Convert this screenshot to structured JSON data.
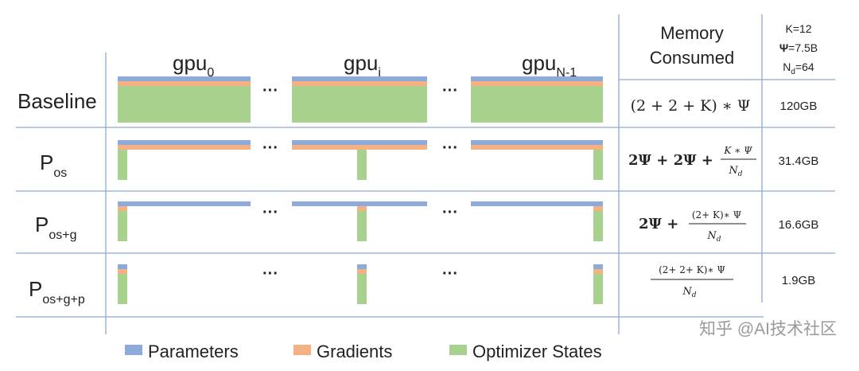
{
  "colors": {
    "parameters": "#8EAADB",
    "gradients": "#F4B183",
    "optimizer_states": "#A9D18E",
    "grid_line": "#8FA9D4",
    "text": "#222222"
  },
  "columns": {
    "gpu0": {
      "base": "gpu",
      "sub": "0"
    },
    "gpui": {
      "base": "gpu",
      "sub": "i"
    },
    "gpuN": {
      "base": "gpu",
      "sub": "N-1"
    },
    "ellipsis": "···"
  },
  "memory_header": {
    "line1": "Memory",
    "line2": "Consumed"
  },
  "params_header": {
    "k": "K=12",
    "psi_sym": "Ψ",
    "psi_val": "=7.5B",
    "nd_base": "N",
    "nd_sub": "d",
    "nd_val": "=64"
  },
  "rows": [
    {
      "id": "baseline",
      "label_base": "Baseline",
      "label_sub": "",
      "formula": "(2 + 2 + K) ∗ Ψ",
      "memory": "120GB"
    },
    {
      "id": "pos",
      "label_base": "P",
      "label_sub": "os",
      "formula_main": "2Ψ + 2Ψ +",
      "formula_num": "K ∗ Ψ",
      "formula_den": "N",
      "formula_den_sub": "d",
      "memory": "31.4GB"
    },
    {
      "id": "posg",
      "label_base": "P",
      "label_sub": "os+g",
      "formula_main": "2Ψ +",
      "formula_num": "(2+ K)∗ Ψ",
      "formula_den": "N",
      "formula_den_sub": "d",
      "memory": "16.6GB"
    },
    {
      "id": "posgp",
      "label_base": "P",
      "label_sub": "os+g+p",
      "formula_num": "(2+ 2+ K)∗ Ψ",
      "formula_den": "N",
      "formula_den_sub": "d",
      "memory": "1.9GB"
    }
  ],
  "legend": [
    {
      "label": "Parameters",
      "color": "#8EAADB"
    },
    {
      "label": "Gradients",
      "color": "#F4B183"
    },
    {
      "label": "Optimizer States",
      "color": "#A9D18E"
    }
  ],
  "watermark": "知乎 @AI技术社区"
}
